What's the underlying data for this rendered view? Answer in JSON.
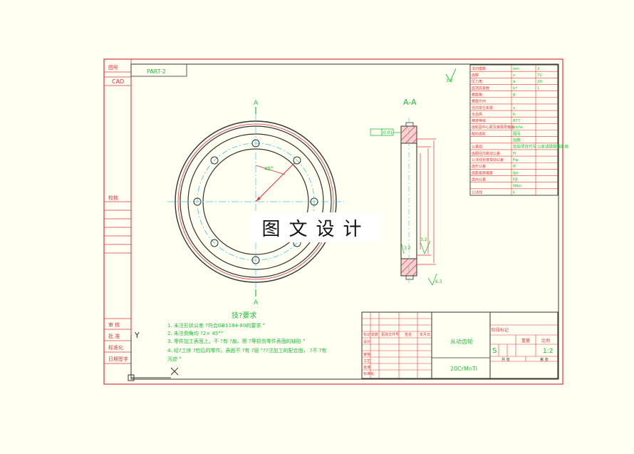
{
  "frame": {
    "part_no": "PART-2",
    "cad_label": "CAD",
    "side_labels": [
      "校核",
      "审 核",
      "批 准",
      "标准化",
      "日期签字"
    ],
    "side_label_top": "图号"
  },
  "views": {
    "section_mark": "A",
    "section_title": "A-A",
    "angle_label": "45°",
    "tolerance_label": "0.01",
    "roughness": [
      "3.2",
      "3.2",
      "6.3",
      "3.2"
    ],
    "ucs_y": "Y",
    "ucs_x": "X"
  },
  "params": {
    "rows": [
      [
        "法向模数",
        "mn",
        "2"
      ],
      [
        "齿数",
        "z",
        "72"
      ],
      [
        "压力角",
        "α",
        "20"
      ],
      [
        "齿顶高系数",
        "h*",
        "1"
      ],
      [
        "螺旋角",
        "β",
        ""
      ],
      [
        "螺旋方向",
        "",
        ""
      ],
      [
        "径向变位系数",
        "x",
        ""
      ],
      [
        "全齿高",
        "h",
        ""
      ],
      [
        "精度等级",
        "877",
        ""
      ],
      [
        "齿轮副中心距及其极限偏差",
        "a±fa",
        ""
      ],
      [
        "配对齿轮",
        "图号",
        ""
      ],
      [
        "",
        "齿数",
        ""
      ],
      [
        "公差组",
        "检验项目代号",
        "公差或极限偏差值"
      ],
      [
        "齿圈径向跳动公差",
        "Fr",
        ""
      ],
      [
        "公法线长度变动公差",
        "Fw",
        ""
      ],
      [
        "齿形公差",
        "ff",
        ""
      ],
      [
        "齿距极限偏差",
        "fpt",
        ""
      ],
      [
        "齿向公差",
        "Fβ",
        ""
      ],
      [
        "",
        "Wkn",
        ""
      ],
      [
        "公法线",
        "k",
        ""
      ]
    ]
  },
  "notes": {
    "title": "技?要求",
    "lines": [
      "1. 未注形状公差 ?符合GB1184-80的要求 °",
      "2. 未注倒角均 ?2× 45°°",
      "3. 零件加工表面上。不 ?有 ?痕、擦 ?等损伤零件表面的缺陷 °",
      "4. 经?工序 ?检后的零件。表面不 ?有 ?层 °??注加工的配合面， ?不 ?有",
      "污迹 °"
    ]
  },
  "title_block": {
    "part_name": "从动齿轮",
    "material": "20CrMnTi",
    "header_cols": [
      "标记",
      "处数",
      "分区",
      "更改文件号",
      "签名",
      "年月日"
    ],
    "left_rows": [
      "设计",
      "审核",
      "工艺",
      "批准",
      "标准化"
    ],
    "stage_label": "阶段标记",
    "stage_value": "S",
    "weight_label": "重量",
    "scale_label": "比例",
    "scale_value": "1:2",
    "sheet_label": "共  张",
    "sheet_of": "第  张"
  },
  "watermark": "图文设计"
}
